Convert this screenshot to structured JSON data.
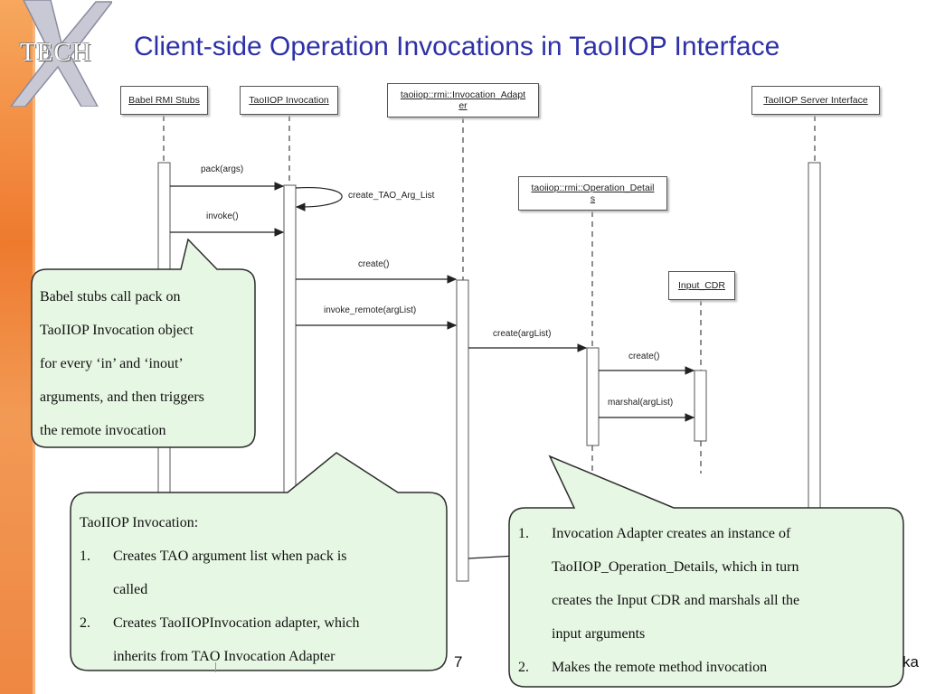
{
  "logo": {
    "text": "TECH"
  },
  "title": "Client-side Operation Invocations in TaoIIOP Interface",
  "actors": {
    "babel_rmi_stubs": "Babel RMI Stubs",
    "taoiiop_invocation": "TaoIIOP Invocation",
    "invocation_adapter_line1": "taoiiop::rmi::Invocation_Adapt",
    "invocation_adapter_line2": "er",
    "operation_details_line1": "taoiiop::rmi::Operation_Detail",
    "operation_details_line2": "s",
    "input_cdr": "Input_CDR",
    "server_interface": "TaoIIOP Server Interface"
  },
  "messages": {
    "pack": "pack(args)",
    "create_tao_arg_list": "create_TAO_Arg_List",
    "invoke": "invoke()",
    "create_adapter": "create()",
    "invoke_remote": "invoke_remote(argList)",
    "create_details": "create(argList)",
    "create_cdr": "create()",
    "marshal": "marshal(argList)"
  },
  "callout_left": {
    "lines": [
      "Babel stubs call pack on",
      "TaoIIOP Invocation object",
      "for every ‘in’ and ‘inout’",
      "arguments, and then triggers",
      "the remote invocation"
    ]
  },
  "callout_middle": {
    "heading": "TaoIIOP Invocation:",
    "items": [
      {
        "num": "1.",
        "lines": [
          "Creates TAO argument list when pack is",
          "called"
        ]
      },
      {
        "num": "2.",
        "lines": [
          "Creates TaoIIOPInvocation adapter, which",
          "inherits from TAO Invocation Adapter"
        ]
      }
    ]
  },
  "callout_right": {
    "items": [
      {
        "num": "1.",
        "lines": [
          "Invocation Adapter creates an instance of",
          "TaoIIOP_Operation_Details, which in turn",
          "creates the Input CDR and marshals all the",
          "input arguments"
        ]
      },
      {
        "num": "2.",
        "lines": [
          "Makes the remote method invocation"
        ]
      }
    ]
  },
  "footer": {
    "page_number": "7",
    "right_fragment": "ka"
  },
  "colors": {
    "title": "#2e31a8",
    "callout_fill": "#e6f7e3",
    "sidebar": "#ee7a2e",
    "line": "#555555"
  },
  "icons": {
    "logo": "tech-x-logo"
  }
}
